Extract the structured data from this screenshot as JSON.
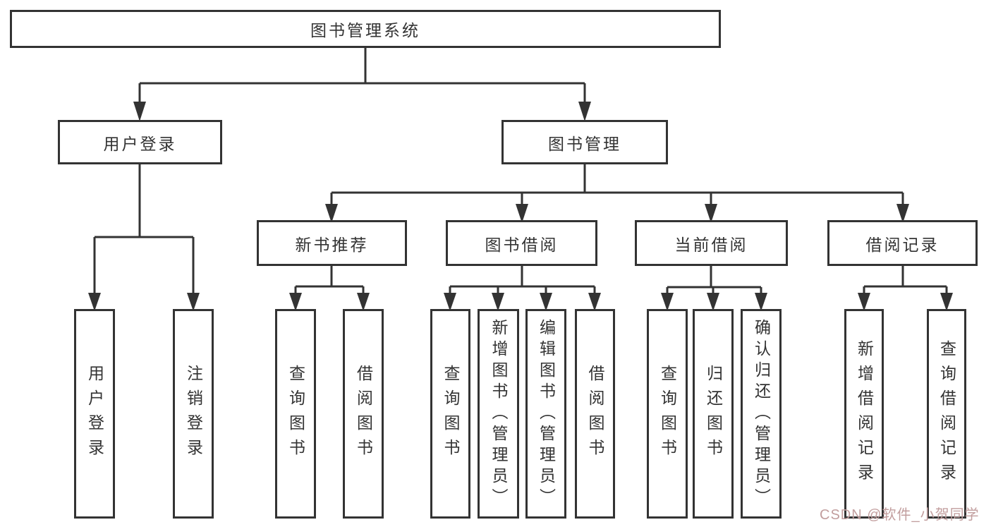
{
  "tree": {
    "root": {
      "label": "图书管理系统",
      "children": [
        {
          "label": "用户登录",
          "children": [
            {
              "label": "用户登录"
            },
            {
              "label": "注销登录"
            }
          ]
        },
        {
          "label": "图书管理",
          "children": [
            {
              "label": "新书推荐",
              "children": [
                {
                  "label": "查询图书"
                },
                {
                  "label": "借阅图书"
                }
              ]
            },
            {
              "label": "图书借阅",
              "children": [
                {
                  "label": "查询图书"
                },
                {
                  "label": "新增图书（管理员）"
                },
                {
                  "label": "编辑图书（管理员）"
                },
                {
                  "label": "借阅图书"
                }
              ]
            },
            {
              "label": "当前借阅",
              "children": [
                {
                  "label": "查询图书"
                },
                {
                  "label": "归还图书"
                },
                {
                  "label": "确认归还（管理员）"
                }
              ]
            },
            {
              "label": "借阅记录",
              "children": [
                {
                  "label": "新增借阅记录"
                },
                {
                  "label": "查询借阅记录"
                }
              ]
            }
          ]
        }
      ]
    }
  },
  "watermark": {
    "text": "CSDN @软件_小贺同学",
    "color": "#c29e9e"
  },
  "colors": {
    "line": "#333333",
    "box_background": "#ffffff",
    "text": "#333333"
  }
}
